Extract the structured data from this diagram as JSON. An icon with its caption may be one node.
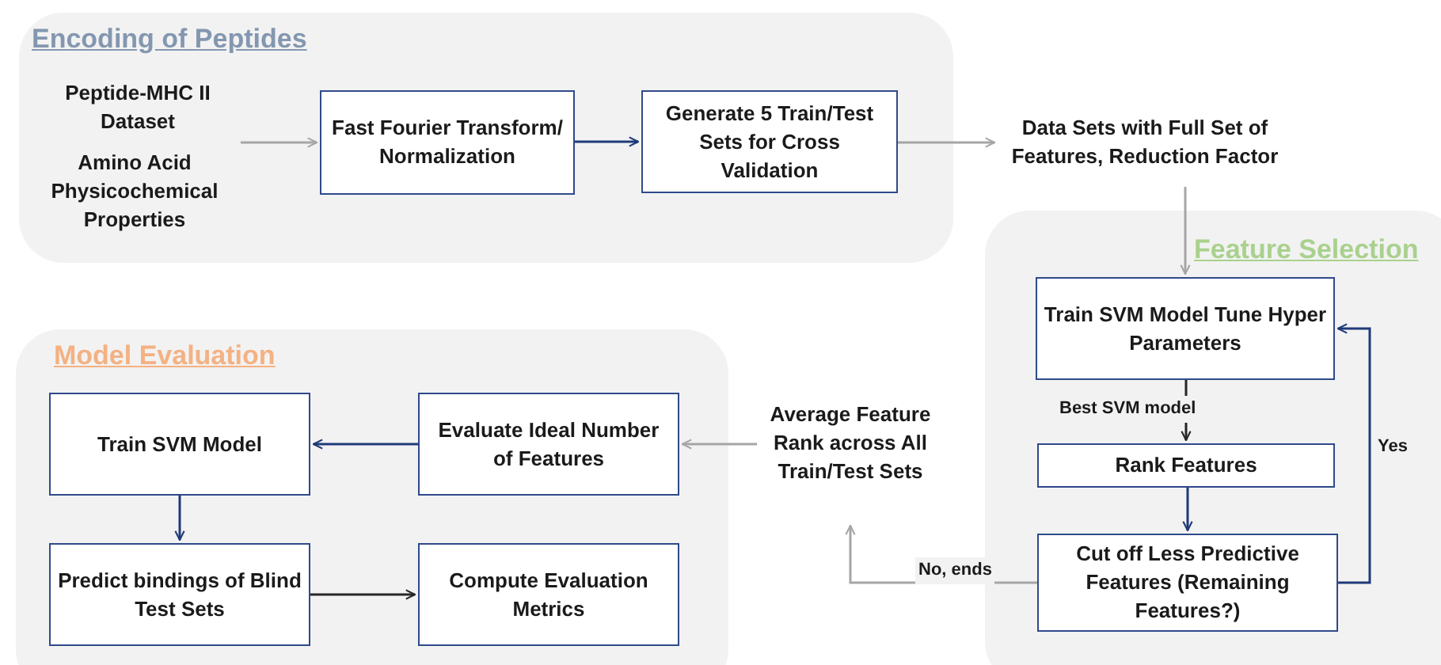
{
  "diagram": {
    "nodes": [
      {
        "text": [
          "Encoding of Peptides"
        ]
      },
      {
        "text": [
          "Peptide-MHC II Dataset"
        ],
        "in": 0
      },
      {
        "text": [
          "Amino Acid Physicochemical Properties"
        ],
        "in": 0
      },
      {
        "text": [
          "Fast Fourier Transform/ Normalization"
        ],
        "in": 0
      },
      {
        "text": [
          "Generate 5 Train/Test Sets for Cross Validation"
        ],
        "in": 0
      },
      {
        "text": [
          "Data Sets with Full Set of Features, Reduction Factor"
        ]
      },
      {
        "text": [
          "Feature Selection"
        ]
      },
      {
        "text": [
          "Train SVM Model Tune Hyper Parameters"
        ],
        "in": 6
      },
      {
        "text": [
          "Rank Features"
        ],
        "in": 6
      },
      {
        "text": [
          "Cut off Less Predictive Features (Remaining Features?)"
        ],
        "in": 6
      },
      {
        "text": [
          "Model Evaluation"
        ]
      },
      {
        "text": [
          "Train SVM Model"
        ],
        "in": 10
      },
      {
        "text": [
          "Evaluate Ideal Number of Features"
        ],
        "in": 10
      },
      {
        "text": [
          "Predict bindings of Blind Test Sets"
        ],
        "in": 10
      },
      {
        "text": [
          "Compute Evaluation Metrics"
        ],
        "in": 10
      },
      {
        "text": [
          "Average Feature Rank across All Train/Test Sets"
        ]
      }
    ],
    "edges": [
      {
        "from": 1,
        "to": 3,
        "arrow": "to"
      },
      {
        "from": 2,
        "to": 3,
        "arrow": "to"
      },
      {
        "from": 3,
        "to": 4,
        "arrow": "to",
        "color": "#1f3a78"
      },
      {
        "from": 4,
        "to": 5,
        "arrow": "to"
      },
      {
        "from": 5,
        "to": 7,
        "arrow": "to"
      },
      {
        "from": 7,
        "to": 8,
        "arrow": "to",
        "label": "Best SVM model",
        "color": "#262626"
      },
      {
        "from": 8,
        "to": 9,
        "arrow": "to",
        "color": "#1f3a78"
      },
      {
        "from": 9,
        "to": 7,
        "arrow": "to",
        "label": "Yes",
        "color": "#1f3a78"
      },
      {
        "from": 9,
        "to": 15,
        "arrow": "to",
        "label": "No, ends"
      },
      {
        "from": 15,
        "to": 12,
        "arrow": "to"
      },
      {
        "from": 12,
        "to": 11,
        "arrow": "to",
        "color": "#1f3a78"
      },
      {
        "from": 11,
        "to": 13,
        "arrow": "to",
        "color": "#1f3a78"
      },
      {
        "from": 13,
        "to": 14,
        "arrow": "to",
        "color": "#262626"
      }
    ]
  }
}
